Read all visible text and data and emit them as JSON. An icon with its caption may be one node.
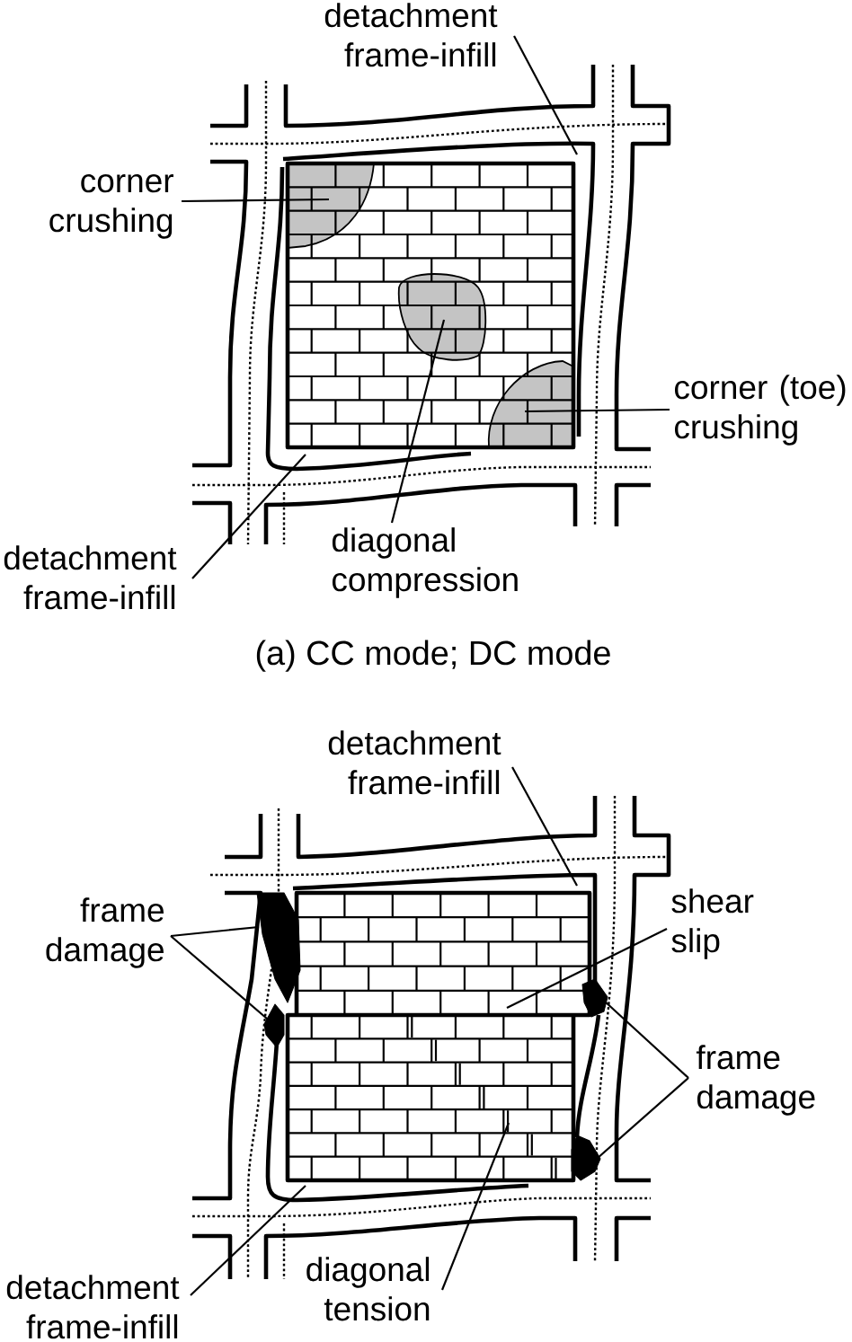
{
  "diagram": {
    "nodes": [
      {
        "text": [
          "detachment frame-infill"
        ]
      },
      {
        "text": [
          "corner crushing"
        ]
      },
      {
        "text": [],
        "shape": "wall"
      },
      {
        "text": [],
        "shape": "blob",
        "in": 2
      },
      {
        "text": [],
        "shape": "blob",
        "in": 2
      },
      {
        "text": [],
        "shape": "blob",
        "in": 2
      },
      {
        "text": [
          "corner (toe) crushing"
        ]
      },
      {
        "text": [
          "detachment frame-infill"
        ]
      },
      {
        "text": [
          "diagonal compression"
        ]
      },
      {
        "text": [
          "detachment frame-infill"
        ]
      },
      {
        "text": [
          "frame damage"
        ]
      },
      {
        "text": [
          "shear slip"
        ]
      },
      {
        "text": [],
        "shape": "wedge"
      },
      {
        "text": [],
        "shape": "wall"
      },
      {
        "text": [],
        "shape": "wedge"
      },
      {
        "text": [],
        "shape": "wedge"
      },
      {
        "text": [],
        "shape": "crack",
        "in": 13
      },
      {
        "text": [
          "frame damage"
        ]
      },
      {
        "text": [],
        "shape": "wedge"
      },
      {
        "text": [
          "diagonal tension"
        ]
      },
      {
        "text": [
          "detachment frame-infill"
        ]
      }
    ],
    "edges": [
      {
        "from": 0,
        "to": 2,
        "arrow": "none"
      },
      {
        "from": 1,
        "to": 3,
        "arrow": "none"
      },
      {
        "from": 6,
        "to": 5,
        "arrow": "none"
      },
      {
        "from": 7,
        "to": 2,
        "arrow": "none"
      },
      {
        "from": 8,
        "to": 4,
        "arrow": "none"
      },
      {
        "from": 9,
        "to": 13,
        "arrow": "none"
      },
      {
        "from": 10,
        "to": 12,
        "arrow": "none"
      },
      {
        "from": 10,
        "to": 15,
        "arrow": "none"
      },
      {
        "from": 11,
        "to": 13,
        "arrow": "none"
      },
      {
        "from": 17,
        "to": 14,
        "arrow": "none"
      },
      {
        "from": 17,
        "to": 18,
        "arrow": "none"
      },
      {
        "from": 19,
        "to": 16,
        "arrow": "none"
      },
      {
        "from": 20,
        "to": 13,
        "arrow": "none"
      }
    ],
    "labels": [
      "(a) CC mode; DC mode"
    ]
  }
}
